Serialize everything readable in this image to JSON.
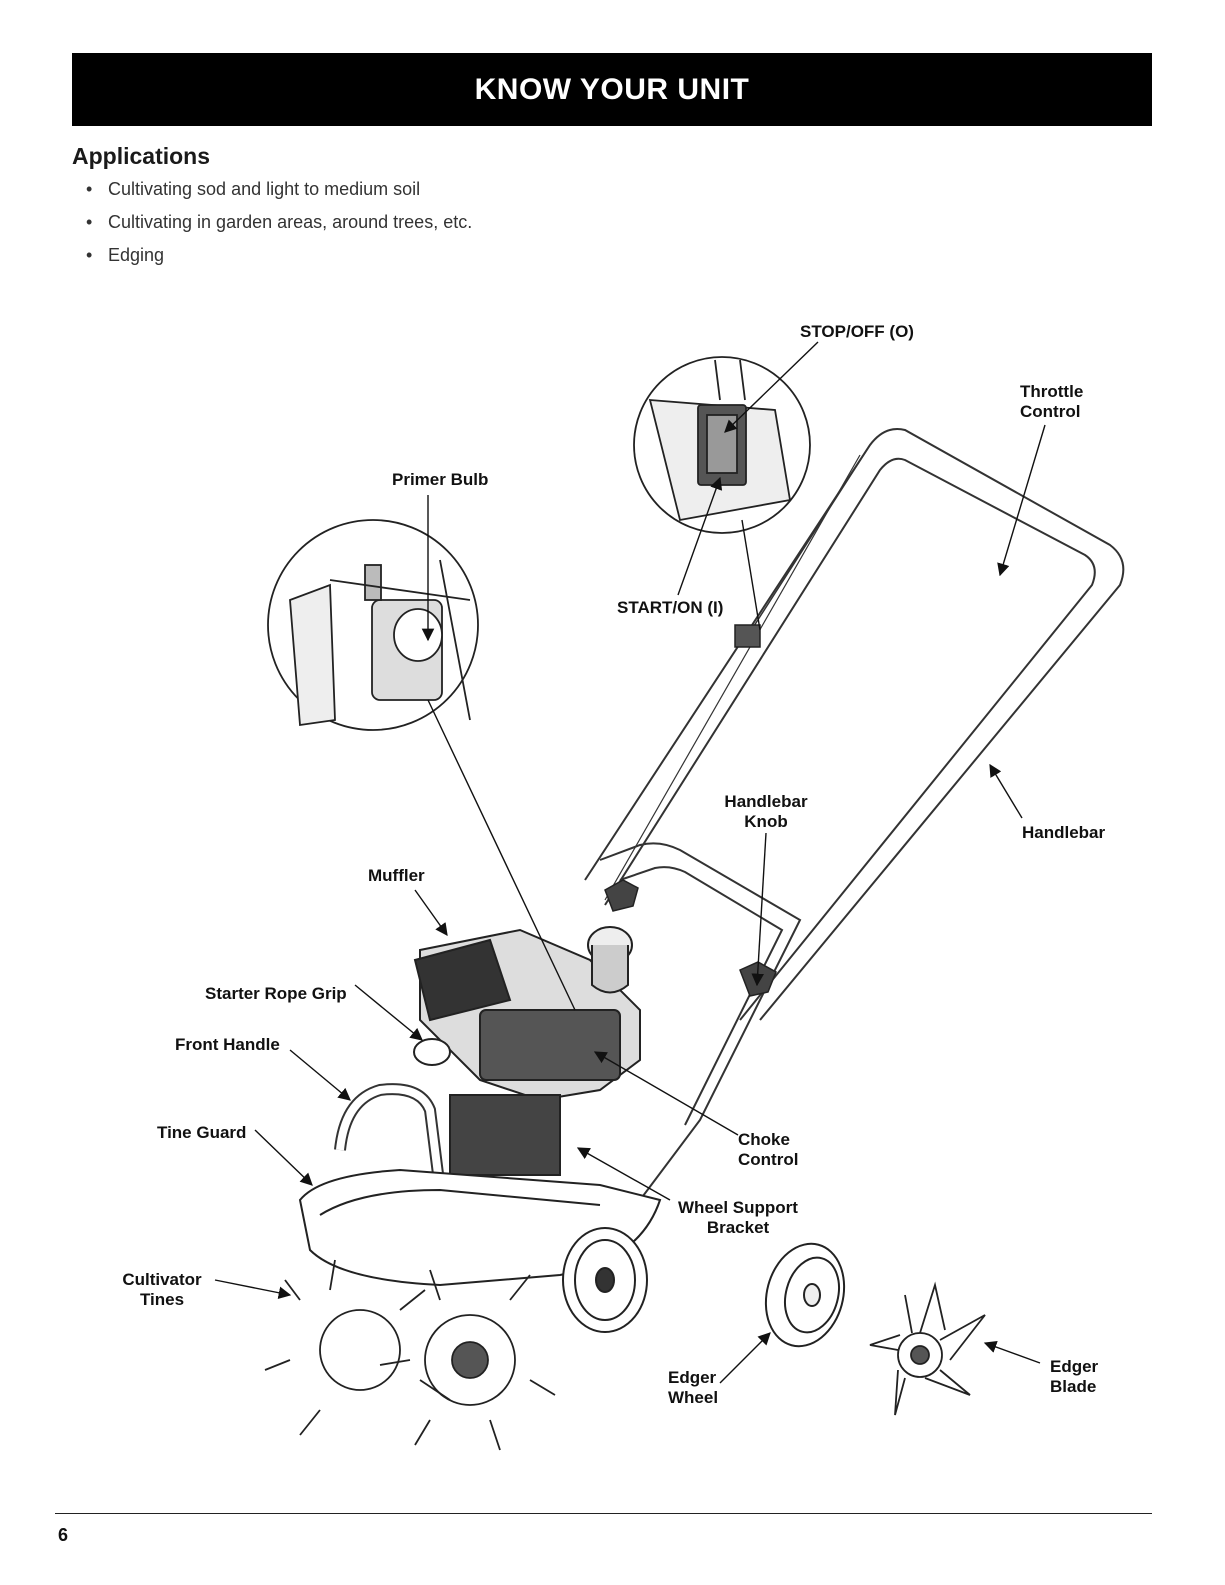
{
  "header": {
    "title": "KNOW YOUR UNIT"
  },
  "applications": {
    "title": "Applications",
    "items": [
      "Cultivating sod and light to medium soil",
      "Cultivating in garden areas, around trees, etc.",
      "Edging"
    ]
  },
  "labels": {
    "stop_off": "STOP/OFF (O)",
    "throttle_1": "Throttle",
    "throttle_2": "Control",
    "primer_bulb": "Primer Bulb",
    "start_on": "START/ON (I)",
    "handlebar_knob_1": "Handlebar",
    "handlebar_knob_2": "Knob",
    "handlebar": "Handlebar",
    "muffler": "Muffler",
    "starter_rope_grip": "Starter Rope Grip",
    "front_handle": "Front Handle",
    "tine_guard": "Tine Guard",
    "choke_1": "Choke",
    "choke_2": "Control",
    "wheel_support_1": "Wheel Support",
    "wheel_support_2": "Bracket",
    "cultivator_tines_1": "Cultivator",
    "cultivator_tines_2": "Tines",
    "edger_wheel_1": "Edger",
    "edger_wheel_2": "Wheel",
    "edger_blade_1": "Edger",
    "edger_blade_2": "Blade"
  },
  "footer": {
    "page_number": "6"
  }
}
